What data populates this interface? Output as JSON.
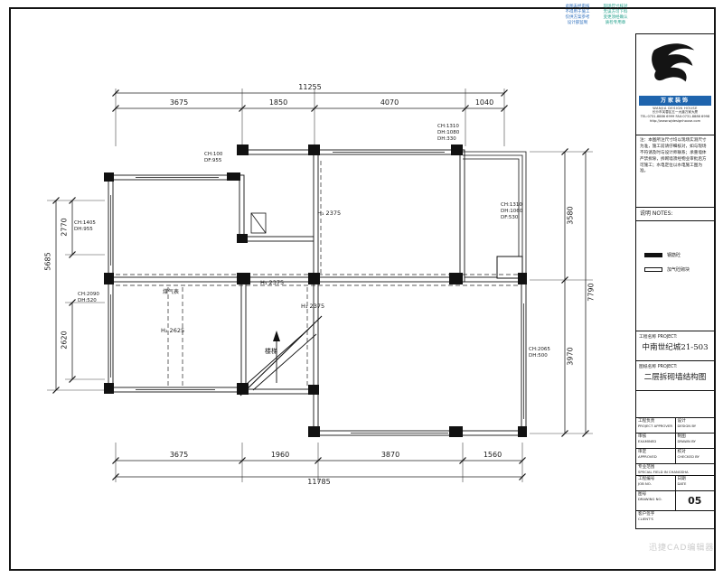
{
  "page": {
    "watermark": "迅捷CAD编辑器"
  },
  "stamps": {
    "left": "此图未经审核\n不得用于施工\n仅供方案参考\n设计部监制",
    "right": "现场尺寸核对\n无误方可下料\n变更须经确认\n质检专用章"
  },
  "plan": {
    "dims": {
      "top_overall": "11255",
      "top_segments": [
        "3675",
        "1850",
        "4070",
        "1040"
      ],
      "bottom_segments": [
        "3675",
        "1960",
        "3870",
        "1560"
      ],
      "bottom_overall": "11785",
      "left": [
        "2770",
        "5685",
        "2620"
      ],
      "right": [
        "3580",
        "7790",
        "3970"
      ]
    },
    "ann": {
      "a1": "CH:100\nDF:955",
      "a2": "CH:1310\nDH:1080\nDH:330",
      "a3": "CH:1405\nDH:955",
      "a4": "CH:2090\nDH:520",
      "a5": "CH:1310\nDH:1060\nDF:530",
      "a6": "CH:2065\nDH:500",
      "h_top": "H₁ 2375",
      "h_mid": "H₁ 2375",
      "h_low": "H₁ 2375",
      "h_room": "H₂ 2625",
      "meter": "煤气表",
      "stairs": "楼梯"
    }
  },
  "titleblock": {
    "brand": {
      "band_cn": "万家装饰",
      "band_en": "WANJIA DESIGN HOUSE",
      "addr1": "长沙市芙蓉区五一大道万家大厦",
      "addr2": "TEL:0731-8886 6999  FAX:0731-8886 6998",
      "addr3": "http://www.wjdesignhouse.com"
    },
    "note_text": "注：本图所注尺寸均以现场实测尺寸为准，施工前请仔细核对，如与现场不符请及时与设计师联系；承重墙体严禁拆除，拆砌墙须经物业审批后方可施工；水电定位以水电施工图为准。",
    "notes_label": "说明 NOTES:",
    "legend": [
      {
        "label": "钢筋砼"
      },
      {
        "label": "加气砼砌块"
      }
    ],
    "project": {
      "label_cn": "工程名称",
      "label_en": "PROJECT:",
      "value": "中南世纪城21-503"
    },
    "drawing": {
      "label_cn": "图纸名称",
      "label_en": "PROJECT:",
      "value": "二层拆砌墙结构图"
    },
    "fields": {
      "r1c1_cn": "工程负责",
      "r1c1_en": "PROJECT APPROVER",
      "r1c2_cn": "设计",
      "r1c2_en": "DESIGN BY",
      "r2c1_cn": "审核",
      "r2c1_en": "EXAMINED",
      "r2c2_cn": "制图",
      "r2c2_en": "DRAWN BY",
      "r3c1_cn": "审定",
      "r3c1_en": "APPROVED",
      "r3c2_cn": "校对",
      "r3c2_en": "CHECKED BY",
      "r4_cn": "专业范围",
      "r4_en": "SPECIAL FIELD IN CHANGSHA",
      "r5c1_cn": "工程编号",
      "r5c1_en": "JOB NO.",
      "r5c2_cn": "日期",
      "r5c2_en": "DATE",
      "r6c1_cn": "图号",
      "r6c1_en": "DRAWING NO.",
      "drawing_no": "05",
      "r7_cn": "客户签字",
      "r7_en": "CLIENT'S"
    }
  }
}
